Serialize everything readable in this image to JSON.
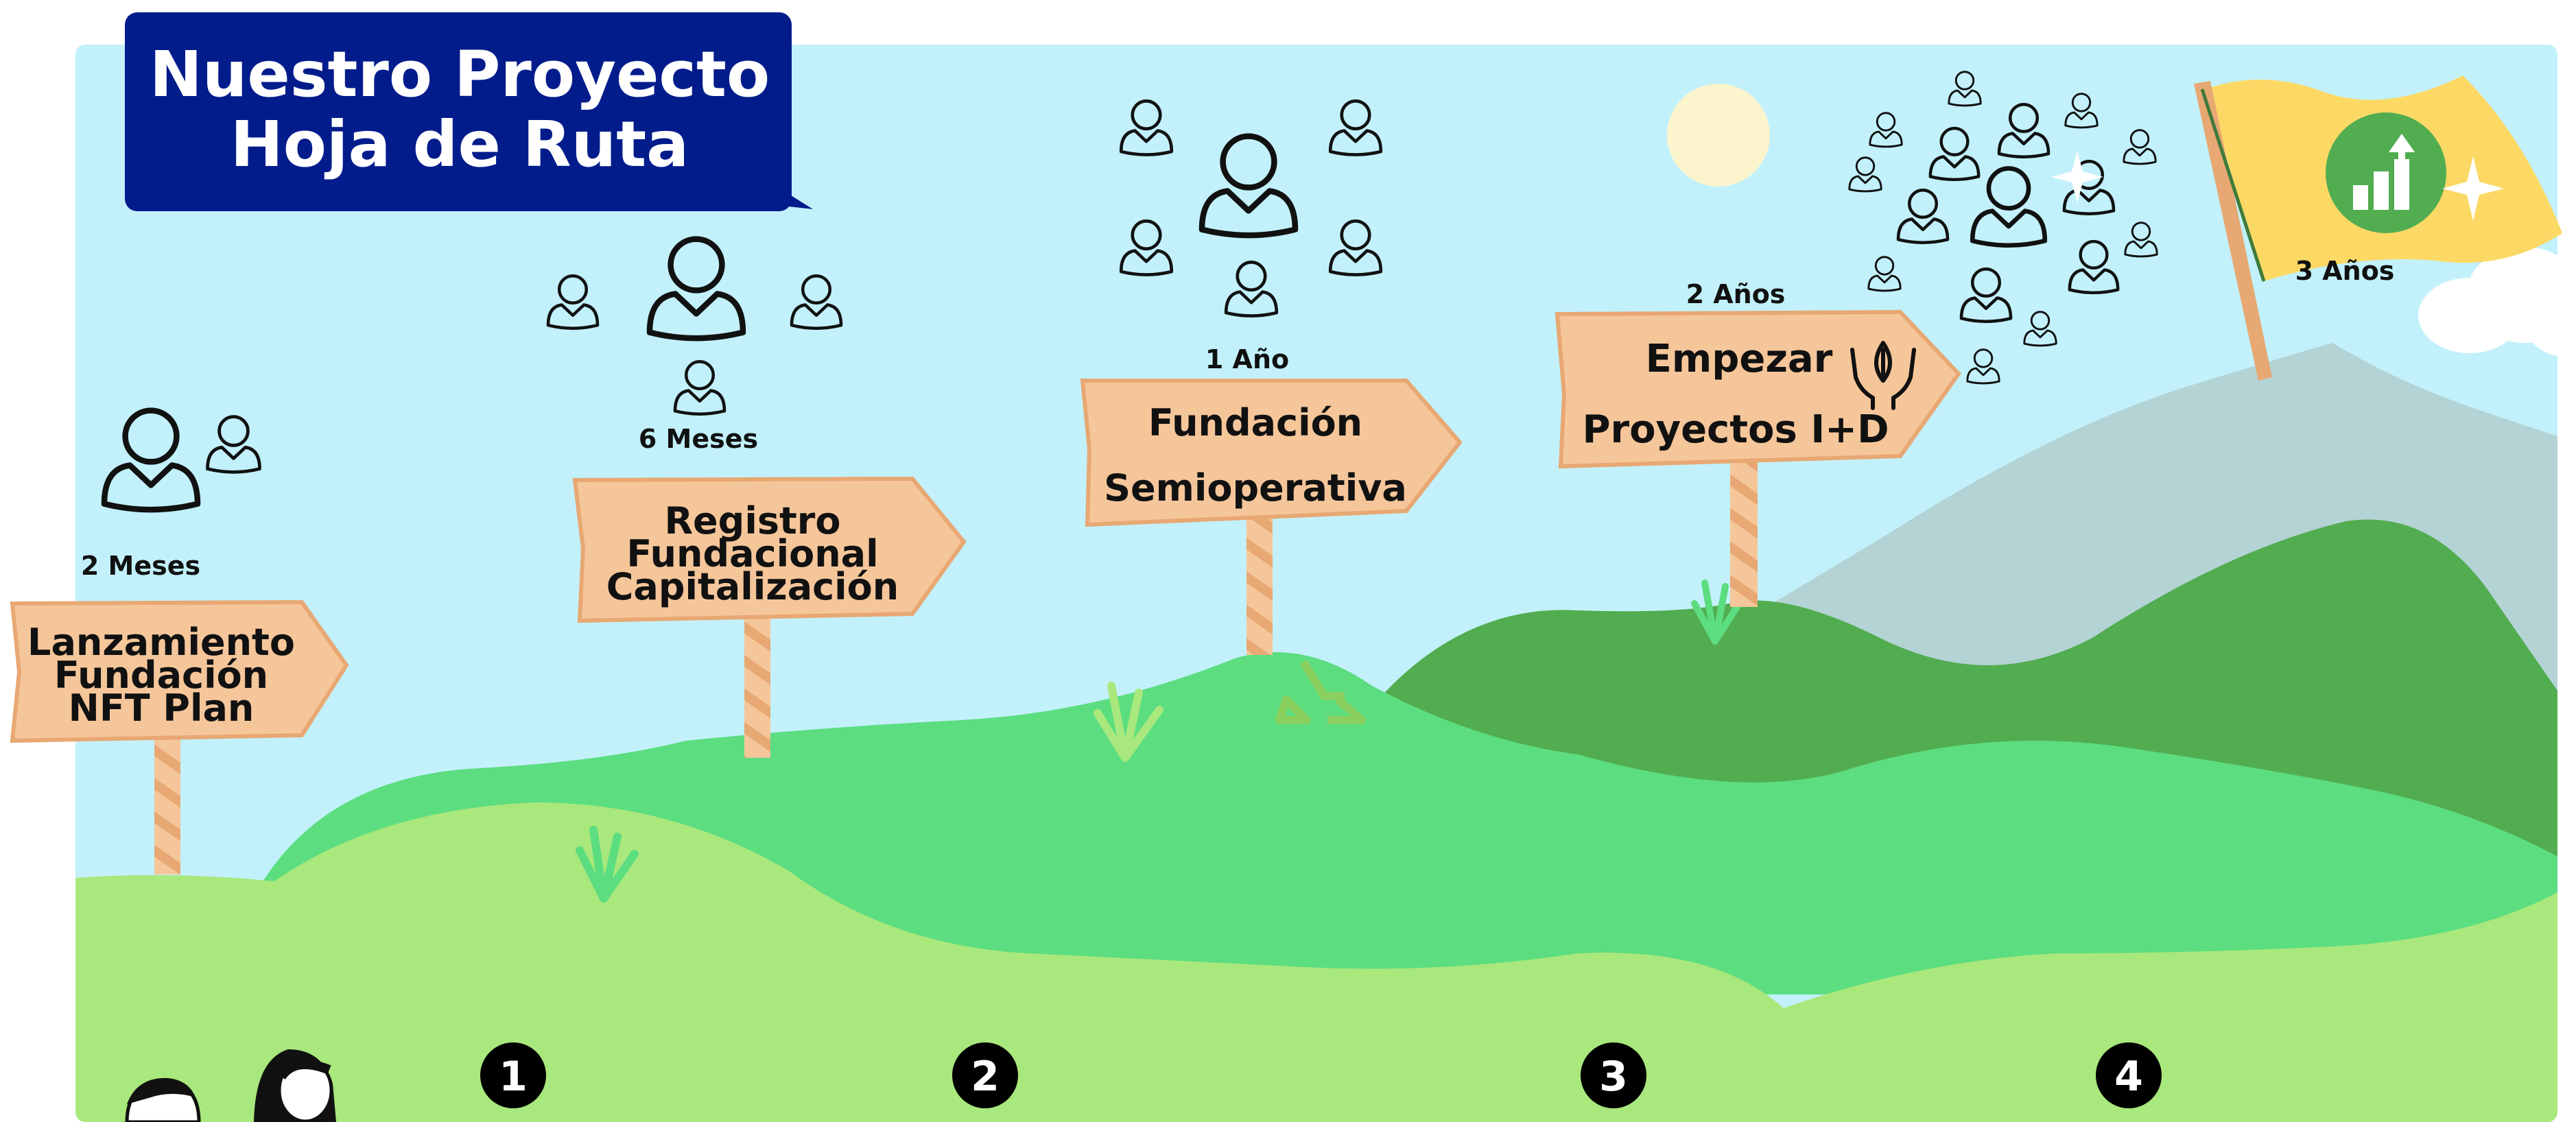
{
  "title": {
    "line1": "Nuestro Proyecto",
    "line2": "Hoja de Ruta"
  },
  "colors": {
    "sky": "#C2F1FB",
    "title_box": "#021C8C",
    "sign_board": "#F5C69A",
    "sign_edge": "#E8A873",
    "hill_light": "#A8E87C",
    "hill_mid": "#5CDD80",
    "hill_dark": "#52AC50",
    "mountain": "#B4D3D5",
    "flag": "#FCD965",
    "sun": "#FCF4CC"
  },
  "milestones": [
    {
      "time": "2 Meses",
      "lines": [
        "Lanzamiento",
        "Fundación",
        "NFT Plan"
      ]
    },
    {
      "time": "6 Meses",
      "lines": [
        "Registro",
        "Fundacional",
        "Capitalización"
      ]
    },
    {
      "time": "1 Año",
      "lines": [
        "Fundación",
        "Semioperativa"
      ]
    },
    {
      "time": "2 Años",
      "lines": [
        "Empezar",
        "Proyectos I+D"
      ]
    }
  ],
  "goal": {
    "time": "3 Años"
  },
  "steps": [
    "1",
    "2",
    "3",
    "4"
  ]
}
